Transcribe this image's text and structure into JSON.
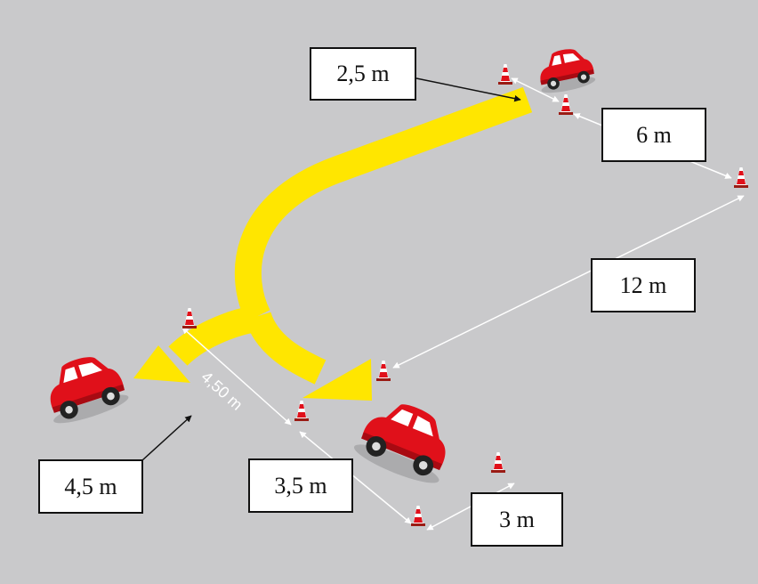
{
  "labels": {
    "d_2_5": "2,5 m",
    "d_6": "6 m",
    "d_12": "12 m",
    "d_4_5": "4,5 m",
    "d_3_5": "3,5 m",
    "d_3": "3 m",
    "d_4_50": "4,50 m"
  },
  "colors": {
    "background": "#c9c9cb",
    "path": "#ffe600",
    "car": "#e0101a",
    "dimension_line": "#ffffff",
    "pointer": "#111111"
  }
}
